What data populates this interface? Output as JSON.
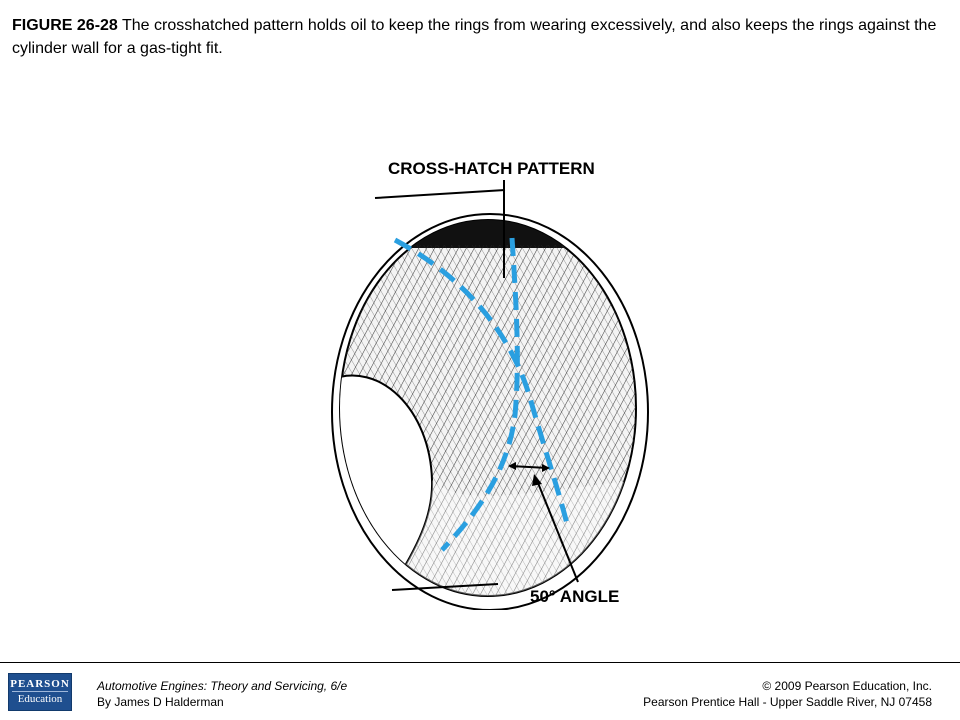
{
  "caption": {
    "figure_number": "FIGURE 26-28",
    "text": " The crosshatched pattern holds oil to keep the rings from wearing excessively, and also keeps the rings against the cylinder wall for a gas-tight fit."
  },
  "figure": {
    "label_top": "CROSS-HATCH PATTERN",
    "label_bottom": "50° ANGLE",
    "dash_color": "#2a9fe0"
  },
  "footer": {
    "logo_line1": "PEARSON",
    "logo_line2": "Education",
    "book_title": "Automotive Engines: Theory and Servicing, 6/e",
    "book_author": "By James D Halderman",
    "copyright": "© 2009 Pearson Education, Inc.",
    "publisher": "Pearson Prentice Hall - Upper Saddle River, NJ 07458"
  }
}
